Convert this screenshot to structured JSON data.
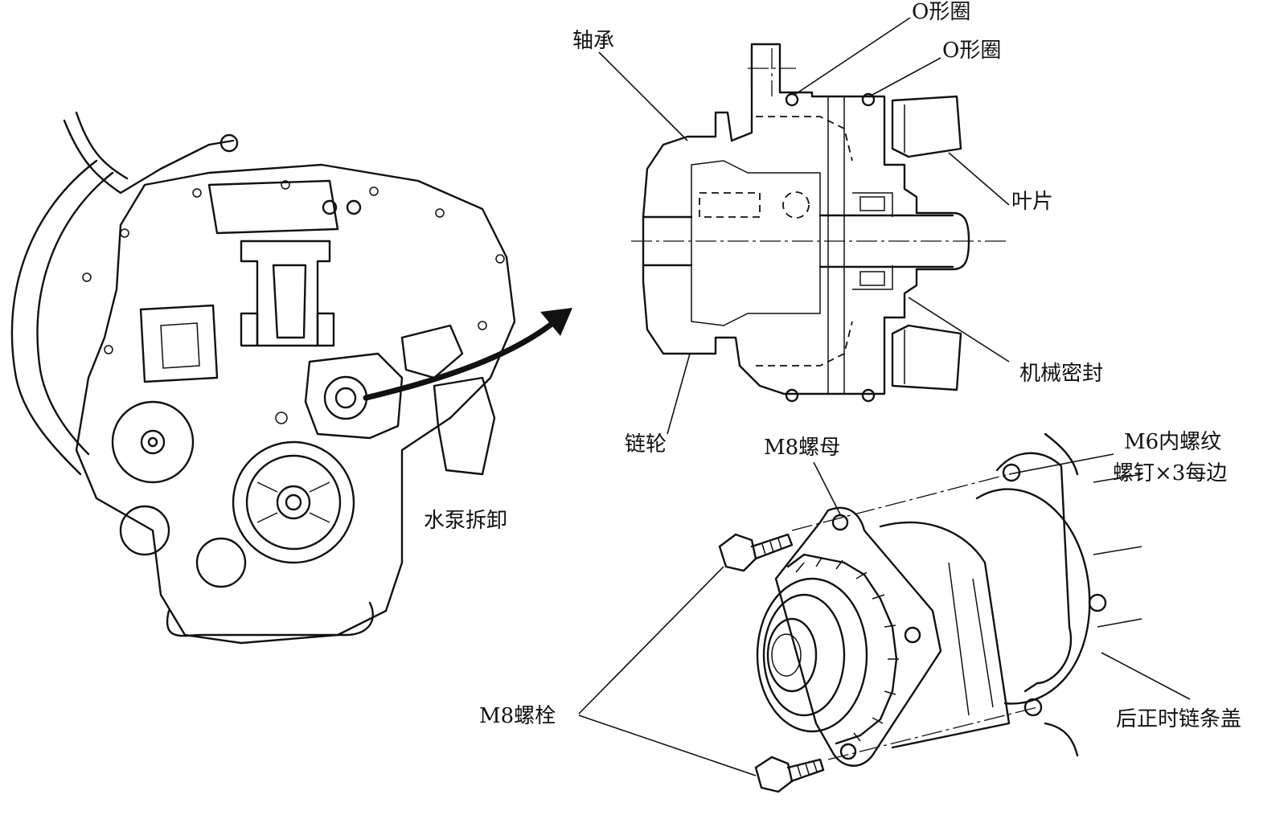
{
  "labels": {
    "bearing": "轴承",
    "oring_top": "O形圈",
    "oring_second": "O形圈",
    "impeller": "叶片",
    "mechanical_seal": "机械密封",
    "sprocket": "链轮",
    "water_pump_removal": "水泵拆卸",
    "m8_nut": "M8螺母",
    "m6_screw_line1": "M6内螺纹",
    "m6_screw_line2": "螺钉×3每边",
    "m8_bolt": "M8螺栓",
    "rear_timing_cover": "后正时链条盖"
  },
  "colors": {
    "ink": "#111111",
    "paper": "#ffffff"
  }
}
